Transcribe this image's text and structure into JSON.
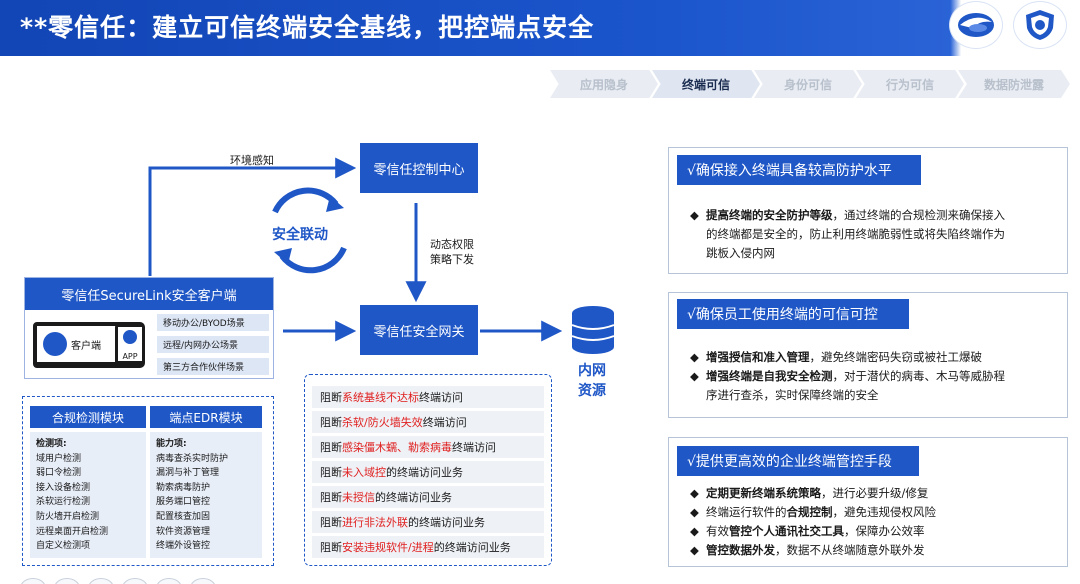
{
  "header": {
    "title": "**零信任：建立可信终端安全基线，把控端点安全"
  },
  "stages": [
    {
      "label": "应用隐身",
      "active": false
    },
    {
      "label": "终端可信",
      "active": true
    },
    {
      "label": "身份可信",
      "active": false
    },
    {
      "label": "行为可信",
      "active": false
    },
    {
      "label": "数据防泄露",
      "active": false
    }
  ],
  "diagram": {
    "env_label": "环境感知",
    "control_center": "零信任控制中心",
    "linkage": "安全联动",
    "policy_label_1": "动态权限",
    "policy_label_2": "策略下发",
    "gateway": "零信任安全网关",
    "resource_1": "内网",
    "resource_2": "资源",
    "client_title": "零信任SecureLink安全客户端",
    "client_app_label": "客户端",
    "app_label": "APP",
    "scenes": [
      "移动办公/BYOD场景",
      "远程/内网办公场景",
      "第三方合作伙伴场景"
    ]
  },
  "modules": {
    "compliance": {
      "title": "合规检测模块",
      "heading": "检测项:",
      "items": [
        "域用户检测",
        "弱口令检测",
        "接入设备检测",
        "杀软运行检测",
        "防火墙开启检测",
        "远程桌面开启检测",
        "自定义检测项"
      ]
    },
    "edr": {
      "title": "端点EDR模块",
      "heading": "能力项:",
      "items": [
        "病毒查杀实时防护",
        "漏洞与补丁管理",
        "勒索病毒防护",
        "服务端口管控",
        "配置核查加固",
        "软件资源管理",
        "终端外设管控"
      ]
    }
  },
  "blocks": [
    {
      "prefix": "阻断",
      "highlight": "系统基线不达标",
      "suffix": "终端访问"
    },
    {
      "prefix": "阻断",
      "highlight": "杀软/防火墙失效",
      "suffix": "终端访问"
    },
    {
      "prefix": "阻断",
      "highlight": "感染僵木蠕、勒索病毒",
      "suffix": "终端访问"
    },
    {
      "prefix": "阻断",
      "highlight": "未入域控",
      "suffix": "的终端访问业务"
    },
    {
      "prefix": "阻断",
      "highlight": "未授信",
      "suffix": "的终端访问业务"
    },
    {
      "prefix": "阻断",
      "highlight": "进行非法外联",
      "suffix": "的终端访问业务"
    },
    {
      "prefix": "阻断",
      "highlight": "安装违规软件/进程",
      "suffix": "的终端访问业务"
    }
  ],
  "panels": [
    {
      "title": "√确保接入终端具备较高防护水平",
      "bullets": [
        {
          "bold": "提高终端的安全防护等级",
          "line1": "，通过终端的合规检测来确保接入",
          "line2": "的终端都是安全的，防止利用终端脆弱性或将失陷终端作为",
          "line3": "跳板入侵内网"
        }
      ]
    },
    {
      "title": "√确保员工使用终端的可信可控",
      "bullets": [
        {
          "bold": "增强授信和准入管理",
          "line1": "，避免终端密码失窃或被社工爆破",
          "line2": "",
          "line3": ""
        },
        {
          "bold": "增强终端是自我安全检测",
          "line1": "，对于潜伏的病毒、木马等威胁程",
          "line2": "序进行查杀，实时保障终端的安全",
          "line3": ""
        }
      ]
    },
    {
      "title": "√提供更高效的企业终端管控手段",
      "bullets": [
        {
          "pre": "",
          "bold": "定期更新终端系统策略",
          "post": "，进行必要升级/修复"
        },
        {
          "pre": "终端运行软件的",
          "bold": "合规控制",
          "post": "，避免违规侵权风险"
        },
        {
          "pre": "有效",
          "bold": "管控个人通讯社交工具",
          "post": "，保障办公效率"
        },
        {
          "pre": "",
          "bold": "管控数据外发",
          "post": "，数据不从终端随意外联外发"
        }
      ]
    }
  ],
  "colors": {
    "primary": "#1f57c7",
    "highlight": "#e02020",
    "panel_bg": "#e8eef8"
  }
}
